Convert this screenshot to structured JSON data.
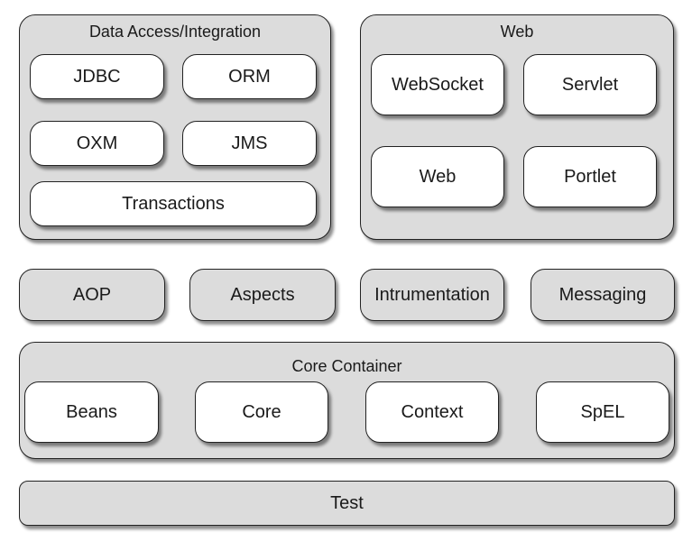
{
  "groups": {
    "data_access": {
      "title": "Data Access/Integration",
      "modules": [
        "JDBC",
        "ORM",
        "OXM",
        "JMS",
        "Transactions"
      ]
    },
    "web": {
      "title": "Web",
      "modules": [
        "WebSocket",
        "Servlet",
        "Web",
        "Portlet"
      ]
    },
    "middle": [
      "AOP",
      "Aspects",
      "Intrumentation",
      "Messaging"
    ],
    "core_container": {
      "title": "Core Container",
      "modules": [
        "Beans",
        "Core",
        "Context",
        "SpEL"
      ]
    },
    "test": "Test"
  },
  "colors": {
    "group_fill": "#dcdcdc",
    "module_fill": "#ffffff",
    "border": "#222222"
  }
}
